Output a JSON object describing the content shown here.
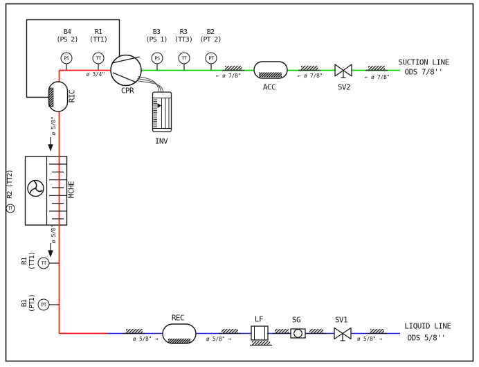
{
  "titles": {
    "suction1": "SUCTION LINE",
    "suction2": "ODS 7/8''",
    "liquid1": "LIQUID LINE",
    "liquid2": "ODS 5/8''"
  },
  "components": {
    "cpr": "CPR",
    "ric": "RIC",
    "inv": "INV",
    "acc": "ACC",
    "mche": "MCHE",
    "rec": "REC",
    "lf": "LF",
    "sg": "SG",
    "sv1": "SV1",
    "sv2": "SV2"
  },
  "sensors": {
    "b4": {
      "name": "B4",
      "ref": "(PS 2)",
      "type": "PS"
    },
    "r1_top": {
      "name": "R1",
      "ref": "(TT1)",
      "type": "TT"
    },
    "b3": {
      "name": "B3",
      "ref": "(PS 1)",
      "type": "PS"
    },
    "r3": {
      "name": "R3",
      "ref": "(TT3)",
      "type": "TT"
    },
    "b2": {
      "name": "B2",
      "ref": "(PT 2)",
      "type": "PT"
    },
    "r2": {
      "name": "R2 (TT2)",
      "type": "TT"
    },
    "r1_mid": {
      "name": "R1",
      "ref": "(TT1)",
      "type": "TT"
    },
    "b1": {
      "name": "B1",
      "ref": "(PT1)",
      "type": "PT"
    }
  },
  "pipe_labels": {
    "discharge_size": "ø 3/4\"",
    "suction_size": "← ø 7/8\"",
    "liquid_size": "ø 5/8\" →",
    "vertical_size": "ø 5/8\""
  },
  "colors": {
    "suction": "#00d300",
    "liquid": "#1515dd",
    "discharge": "#ff1010",
    "line": "#161616"
  }
}
